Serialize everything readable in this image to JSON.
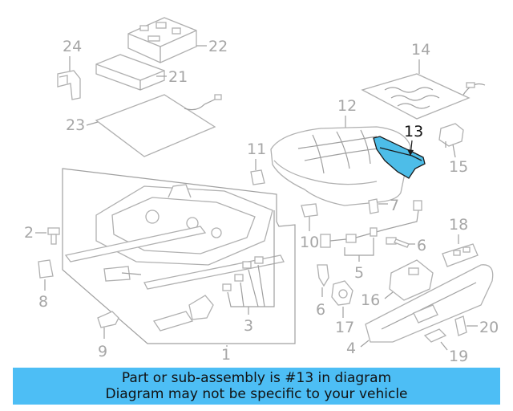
{
  "diagram": {
    "highlight_color": "#4dbde8",
    "callouts": {
      "c1": "1",
      "c2": "2",
      "c3": "3",
      "c4": "4",
      "c5": "5",
      "c6a": "6",
      "c6b": "6",
      "c7": "7",
      "c8": "8",
      "c9": "9",
      "c10": "10",
      "c11": "11",
      "c12": "12",
      "c13": "13",
      "c14": "14",
      "c15": "15",
      "c16": "16",
      "c17": "17",
      "c18": "18",
      "c19": "19",
      "c20": "20",
      "c21": "21",
      "c22": "22",
      "c23": "23",
      "c24": "24"
    }
  },
  "banner": {
    "line1": "Part or sub-assembly is #13 in diagram",
    "line2": "Diagram may not be specific to your vehicle",
    "background": "#4dbef5"
  }
}
